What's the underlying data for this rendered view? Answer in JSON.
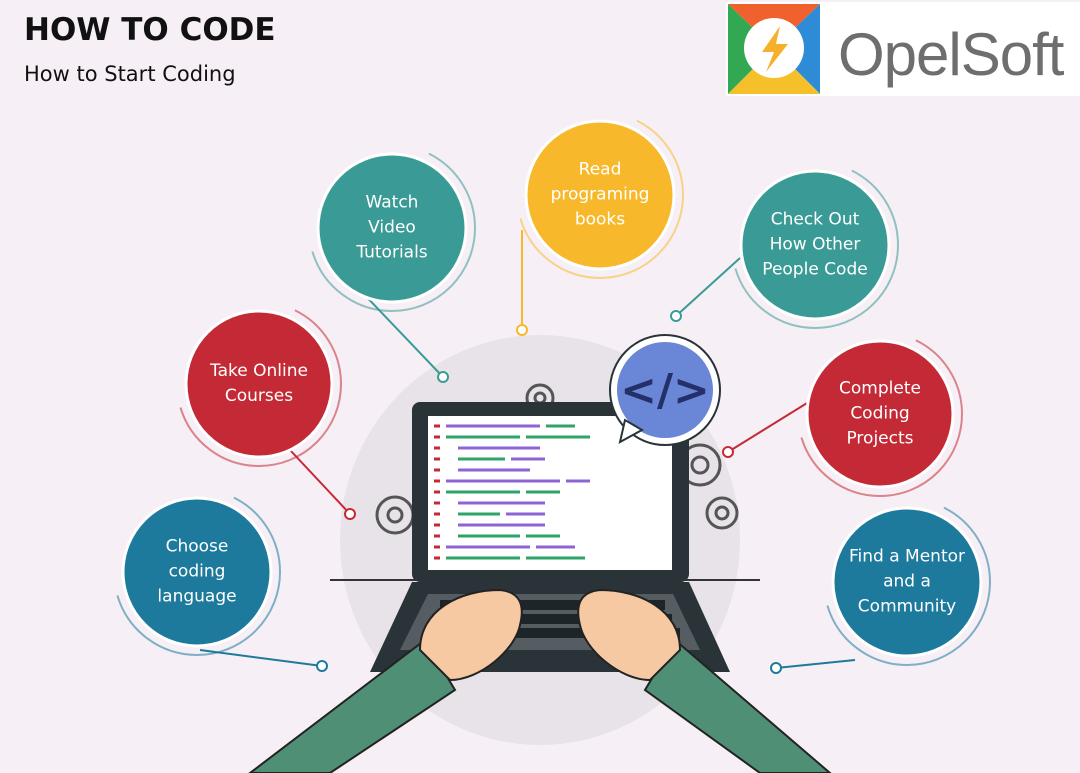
{
  "header": {
    "title": "HOW TO CODE",
    "subtitle": "How to Start Coding"
  },
  "logo": {
    "text": "OpelSoft",
    "icon": "lightning-bolt-icon",
    "colors": [
      "#f0612d",
      "#33a853",
      "#2e8bd6",
      "#f5c02a"
    ]
  },
  "center": {
    "icon": "laptop-code-icon",
    "bubble_icon": "code-brackets-icon",
    "bubble_text": "</>"
  },
  "nodes": [
    {
      "id": "watch",
      "lines": [
        "Watch",
        "Video",
        "Tutorials"
      ],
      "color": "#3a9b96"
    },
    {
      "id": "read",
      "lines": [
        "Read",
        "programing",
        "books"
      ],
      "color": "#f7b92b"
    },
    {
      "id": "check",
      "lines": [
        "Check Out",
        "How Other",
        "People Code"
      ],
      "color": "#3a9b96"
    },
    {
      "id": "online",
      "lines": [
        "Take Online",
        "Courses"
      ],
      "color": "#c42a36"
    },
    {
      "id": "projects",
      "lines": [
        "Complete",
        "Coding",
        "Projects"
      ],
      "color": "#c42a36"
    },
    {
      "id": "language",
      "lines": [
        "Choose",
        "coding",
        "language"
      ],
      "color": "#1e7a9c"
    },
    {
      "id": "mentor",
      "lines": [
        "Find a Mentor",
        "and a",
        "Community"
      ],
      "color": "#1e7a9c"
    }
  ]
}
